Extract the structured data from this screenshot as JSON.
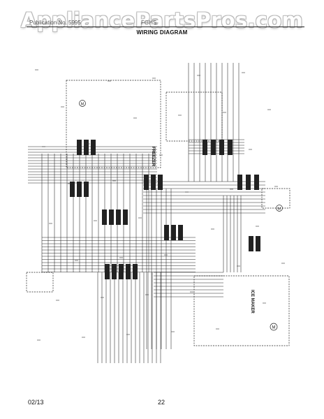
{
  "watermark": "AppliancePartsPros.com",
  "header": {
    "publication_left": "Publication No. 5995",
    "publication_mid": "FGHS",
    "diagram_title": "WIRING DIAGRAM"
  },
  "components": {
    "freezer": "FREEZER",
    "ice_maker": "ICE MAKER"
  },
  "footer": {
    "date": "02/13",
    "page": "22"
  }
}
